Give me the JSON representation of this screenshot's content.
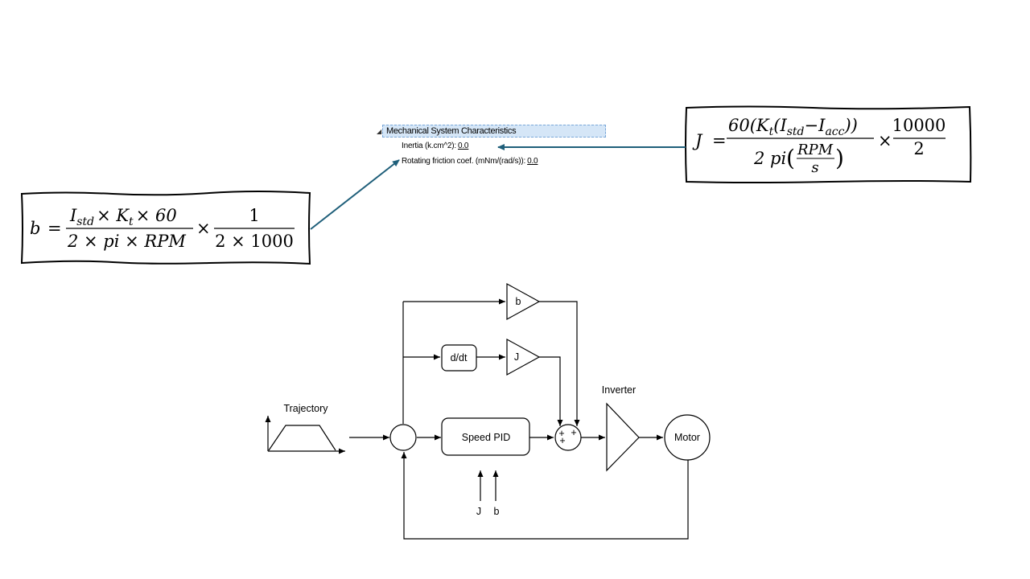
{
  "panel": {
    "header": "Mechanical System Characteristics",
    "properties": [
      {
        "label": "Inertia (k.cm^2):",
        "value": "0.0"
      },
      {
        "label": "Rotating friction coef. (mNm/(rad/s)):",
        "value": "0.0"
      }
    ]
  },
  "equations": {
    "b": {
      "lhs": "b",
      "eq": "=",
      "num1": [
        "I",
        "std",
        "× K",
        "t",
        "× 60"
      ],
      "den1": "2 × pi × RPM",
      "times": "×",
      "num2": "1",
      "den2": "2 × 1000"
    },
    "J": {
      "lhs": "J",
      "eq": "=",
      "num1": [
        "60(K",
        "t",
        "(I",
        "std",
        "−I",
        "acc",
        "))"
      ],
      "den1": "2 pi",
      "den1_frac_num": "RPM",
      "den1_frac_den": "s",
      "times": "×",
      "num2": "10000",
      "den2": "2"
    }
  },
  "diagram": {
    "blocks": {
      "trajectory": "Trajectory",
      "derivative": "d/dt",
      "gain_b": "b",
      "gain_j": "J",
      "speed_pid": "Speed PID",
      "inverter": "Inverter",
      "motor": "Motor",
      "input_j": "J",
      "input_b": "b",
      "sum_signs": [
        "+",
        "+",
        "+"
      ]
    }
  },
  "colors": {
    "arrow": "#1f5f7a",
    "panel_header_bg": "#d5e6f7"
  }
}
